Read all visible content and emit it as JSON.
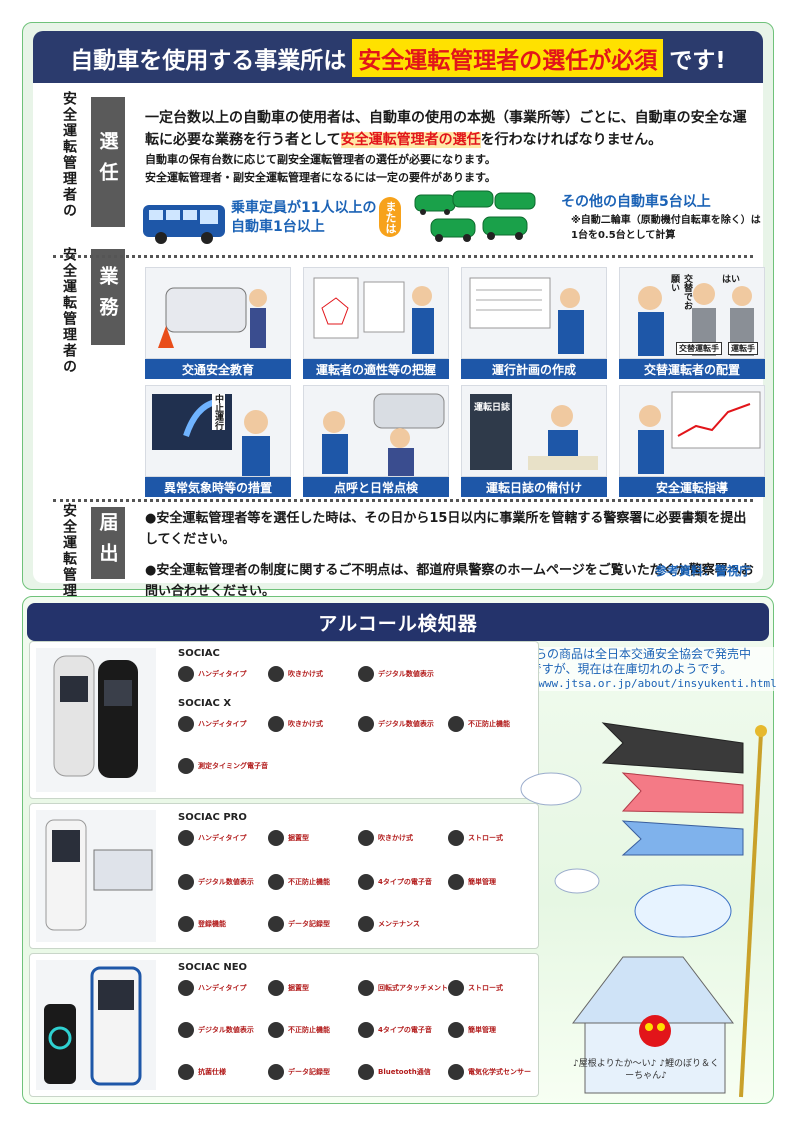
{
  "top": {
    "banner_pre": "自動車を使用する事業所は",
    "banner_hl": "安全運転管理者の選任が必須",
    "banner_post": "です!",
    "side_label": "安全運転管理者の",
    "tags": {
      "senin": "選任",
      "gyomu": "業務",
      "todoke": "届出"
    },
    "senin": {
      "p1_a": "一定台数以上の自動車の使用者は、自動車の使用の本拠（事業所等）ごとに、自動車の安全な運転に必要な業務を行う者として",
      "p1_red": "安全運転管理者の選任",
      "p1_b": "を行わなければなりません。",
      "p2_a": "自動車の保有台数に応じて副安全運転管理者の選任が必要になります。",
      "p2_b": "安全運転管理者・副安全運転管理者になるには一定の要件があります。",
      "cond1": "乗車定員が11人以上の自動車1台以上",
      "or": "または",
      "cond2": "その他の自動車5台以上",
      "note": "※自動二輪車（原動機付自転車を除く）は1台を0.5台として計算"
    },
    "gyomu_items": [
      "交通安全教育",
      "運転者の適性等の把握",
      "運行計画の作成",
      "交替運転者の配置",
      "異常気象時等の措置",
      "点呼と日常点検",
      "運転日誌の備付け",
      "安全運転指導"
    ],
    "gyomu_inner": {
      "weather": "中止運行",
      "diary": "運転日誌",
      "swap": "交替でお願い",
      "hai": "はい",
      "badge1": "交替運転手",
      "badge2": "運転手"
    },
    "todoke": {
      "b1": "●安全運転管理者等を選任した時は、その日から15日以内に事業所を管轄する警察署に必要書類を提出してください。",
      "b2": "●安全運転管理者の制度に関するご不明点は、都道府県警察のホームページをご覧いただくか警察署へお問い合わせください。"
    },
    "reference": "参考資料：警視庁"
  },
  "bottom": {
    "title": "アルコール検知器",
    "stock_line1": "これらの商品は全日本交通安全協会で発売中",
    "stock_line2": "ですが、現在は在庫切れのようです。",
    "stock_url": "https://www.jtsa.or.jp/about/insyukenti.html",
    "products": [
      {
        "logo": "SOCIAC",
        "features": [
          "ハンディタイプ",
          "吹きかけ式",
          "デジタル数値表示",
          "測定タイミング電子音"
        ]
      },
      {
        "logo": "SOCIAC X",
        "features": [
          "ハンディタイプ",
          "吹きかけ式",
          "デジタル数値表示",
          "不正防止機能"
        ]
      },
      {
        "logo": "SOCIAC PRO",
        "features": [
          "ハンディタイプ",
          "据置型",
          "吹きかけ式",
          "ストロー式",
          "デジタル数値表示",
          "不正防止機能",
          "4タイプの電子音",
          "簡単管理",
          "登録機能",
          "データ記録型",
          "メンテナンス"
        ]
      },
      {
        "logo": "SOCIAC NEO",
        "features": [
          "ハンディタイプ",
          "据置型",
          "回転式アタッチメント",
          "ストロー式",
          "デジタル数値表示",
          "不正防止機能",
          "4タイプの電子音",
          "簡単管理",
          "抗菌仕様",
          "データ記録型",
          "Bluetooth通信",
          "電気化学式センサー"
        ]
      }
    ],
    "sign": "♪屋根よりたか〜い♪ ♪鯉のぼり＆くーちゃん♪"
  }
}
